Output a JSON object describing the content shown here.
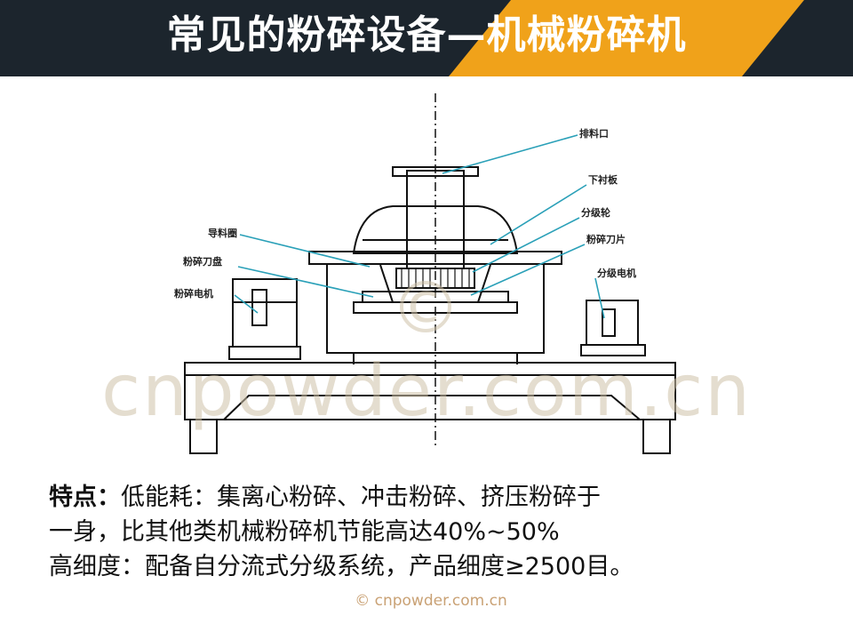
{
  "header": {
    "title": "常见的粉碎设备—机械粉碎机",
    "background": "#1c252d",
    "accent": "#f0a21a"
  },
  "diagram_labels": {
    "discharge_port": "排料口",
    "lower_liner": "下衬板",
    "classifier_wheel": "分级轮",
    "crushing_blade": "粉碎刀片",
    "classifier_motor": "分级电机",
    "guide_ring": "导料圈",
    "crushing_disc": "粉碎刀盘",
    "crushing_motor": "粉碎电机"
  },
  "watermark": "© cnpowder.com.cn",
  "body_text": {
    "line1_lead": "特点：",
    "line1_rest": "低能耗：集离心粉碎、冲击粉碎、挤压粉碎于",
    "line2": "一身，比其他类机械粉碎机节能高达40%~50%",
    "line3": "高细度：配备自分流式分级系统，产品细度≥2500目。"
  },
  "footer_watermark": "© cnpowder.com.cn"
}
